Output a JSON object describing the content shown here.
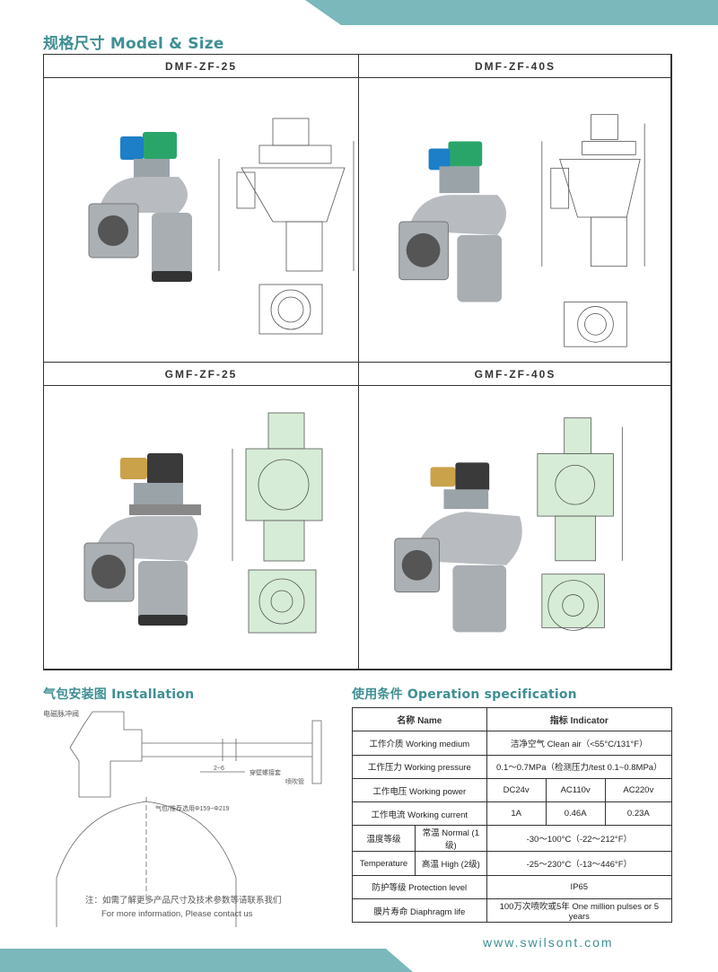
{
  "title": "规格尺寸 Model & Size",
  "models": [
    {
      "name": "DMF-ZF-25"
    },
    {
      "name": "DMF-ZF-40S"
    },
    {
      "name": "GMF-ZF-25"
    },
    {
      "name": "GMF-ZF-40S"
    }
  ],
  "installation": {
    "title": "气包安装图 Installation",
    "labels": {
      "valve": "电磁脉冲阀",
      "gap": "2~6",
      "wall": "穿壁螺接套",
      "blowpipe": "喷吹管",
      "tank": "气包/推荐选用Φ159~Φ219"
    },
    "note_cn": "注：如需了解更多产品尺寸及技术参数等请联系我们",
    "note_en": "For more information, Please contact us"
  },
  "spec": {
    "title": "使用条件 Operation specification",
    "header": {
      "name": "名称        Name",
      "indicator": "指标        Indicator"
    },
    "rows": {
      "medium": {
        "label": "工作介质 Working medium",
        "value": "洁净空气 Clean air（<55°C/131°F）"
      },
      "pressure": {
        "label": "工作压力 Working pressure",
        "value": "0.1～0.7MPa（检测压力/test 0.1~0.8MPa）"
      },
      "power": {
        "label": "工作电压 Working power",
        "v1": "DC24v",
        "v2": "AC110v",
        "v3": "AC220v"
      },
      "current": {
        "label": "工作电流 Working current",
        "v1": "1A",
        "v2": "0.46A",
        "v3": "0.23A"
      },
      "temp_normal": {
        "label": "温度等级",
        "sub": "常温  Normal (1级)",
        "value": "-30～100°C（-22～212°F）"
      },
      "temp_high": {
        "label": "Temperature",
        "sub": "高温  High  (2级)",
        "value": "-25～230°C（-13～446°F）"
      },
      "protection": {
        "label": "防护等级 Protection level",
        "value": "IP65"
      },
      "life": {
        "label": "膜片寿命 Diaphragm life",
        "value": "100万次喷吹或5年 One million pulses or 5 years"
      }
    }
  },
  "website": "www.swilsont.com"
}
